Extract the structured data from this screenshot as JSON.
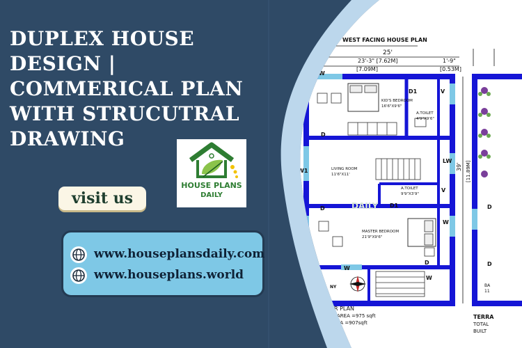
{
  "header": {
    "title_lines": [
      "DUPLEX HOUSE",
      "DESIGN |",
      "COMMERICAL PLAN",
      "WITH STRUCUTRAL",
      "DRAWING"
    ]
  },
  "cta": {
    "visit_label": "visit us"
  },
  "logo": {
    "line1": "HOUSE PLANS",
    "line2": "DAILY",
    "watermark": "DAILY"
  },
  "links": [
    "www.houseplansdaily.com",
    "www.houseplans.world"
  ],
  "plan": {
    "title": "WEST FACING HOUSE PLAN",
    "dim_total": "25'",
    "dim_a": "23'-3\" [7.62M]",
    "dim_b": "1'-9\"",
    "dim_a2": "[7.09M]",
    "dim_b2": "[0.53M]",
    "depth": "39'",
    "depth_m": "[11.89M]",
    "rooms": {
      "kids_bedroom": "KID'S BEDROOM",
      "kids_size": "16'6\"X9'6\"",
      "atoilet": "A.TOILET",
      "atoilet_size": "4'9\"X9'6\"",
      "living": "LIVING ROOM",
      "living_size": "11'6\"X11'",
      "atoilet2": "A.TOILET",
      "atoilet2_size": "9'9\"X3'9\"",
      "master": "MASTER BEDROOM",
      "master_size": "21'9\"X9'6\""
    },
    "labels": {
      "w": "W",
      "w1": "W1",
      "d": "D",
      "d1": "D1",
      "v": "V",
      "lw": "LW",
      "ny": "NY"
    },
    "footer": {
      "floor": "R PLAN",
      "area1": "AREA =975 sqft",
      "area2": "EA =907sqft"
    },
    "right": {
      "terrace": "TERRA",
      "total": "TOTAL",
      "built": "BUILT",
      "ba": "BA",
      "one": "11"
    }
  }
}
